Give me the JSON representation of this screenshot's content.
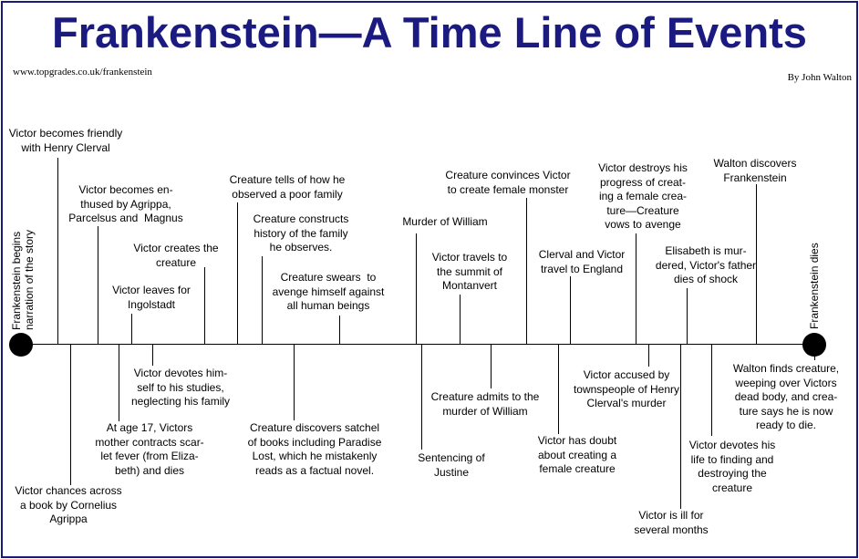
{
  "title": "Frankenstein—A Time Line of Events",
  "url": "www.topgrades.co.uk/frankenstein",
  "author": "By John Walton",
  "colors": {
    "title": "#1a1a80",
    "border": "#1a1a7a",
    "text": "#000000"
  },
  "start_label": "Frankenstein begins\nnarration of the story",
  "end_label": "Frankenstein dies",
  "events_above": [
    "Victor becomes friendly\nwith Henry Clerval",
    "Victor becomes en-\nthused by Agrippa,\nParcelsus and  Magnus",
    "Victor leaves for\nIngolstadt",
    "Victor creates the\ncreature",
    "Creature tells of how he\nobserved a poor family",
    "Creature constructs\nhistory of the family\nhe observes.",
    "Creature swears  to\navenge himself against\nall human beings",
    "Murder of William",
    "Victor travels to\nthe summit of\nMontanvert",
    "Creature convinces Victor\nto create female monster",
    "Clerval and Victor\ntravel to England",
    "Victor destroys his\nprogress of creat-\ning a female crea-\nture—Creature\nvows to avenge",
    "Elisabeth is mur-\ndered, Victor's father\ndies of shock",
    "Walton discovers\nFrankenstein"
  ],
  "events_below": [
    "Victor chances across\na book by Cornelius\nAgrippa",
    "At age 17, Victors\nmother contracts scar-\nlet fever (from Eliza-\nbeth) and dies",
    "Victor devotes him-\nself to his studies,\nneglecting his family",
    "Creature discovers satchel\nof books including Paradise\nLost, which he mistakenly\nreads as a factual novel.",
    "Sentencing of\nJustine",
    "Creature admits to the\nmurder of William",
    "Victor has doubt\nabout creating a\nfemale creature",
    "Victor accused by\ntownspeople of Henry\nClerval's murder",
    "Victor is ill for\nseveral months",
    "Victor devotes his\nlife to finding and\ndestroying the\ncreature",
    "Walton finds creature,\nweeping over Victors\ndead body, and crea-\nture says he is now\nready to die."
  ]
}
